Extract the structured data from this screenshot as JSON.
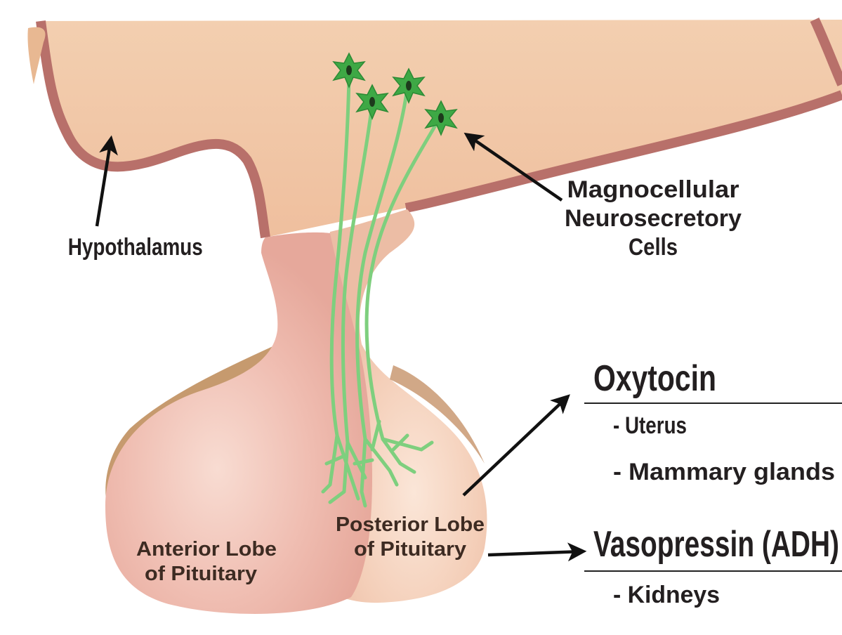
{
  "labels": {
    "hypothalamus": "Hypothalamus",
    "magnocellular": [
      "Magnocellular",
      "Neurosecretory",
      "Cells"
    ],
    "anterior_lobe": [
      "Anterior Lobe",
      "of Pituitary"
    ],
    "posterior_lobe": [
      "Posterior Lobe",
      "of Pituitary"
    ]
  },
  "hormones": [
    {
      "name": "Oxytocin",
      "targets": [
        "- Uterus",
        "- Mammary glands"
      ]
    },
    {
      "name": "Vasopressin (ADH)",
      "targets": [
        "- Kidneys"
      ]
    }
  ],
  "colors": {
    "hypothalamus_fill": "#f1c6a4",
    "hypothalamus_border": "#b8706a",
    "anterior_lobe": "#eeb6ac",
    "posterior_lobe": "#f3cbb6",
    "neuron": "#3ea845",
    "axon": "#7ecf7e",
    "arrow": "#111111",
    "text": "#231f20"
  }
}
